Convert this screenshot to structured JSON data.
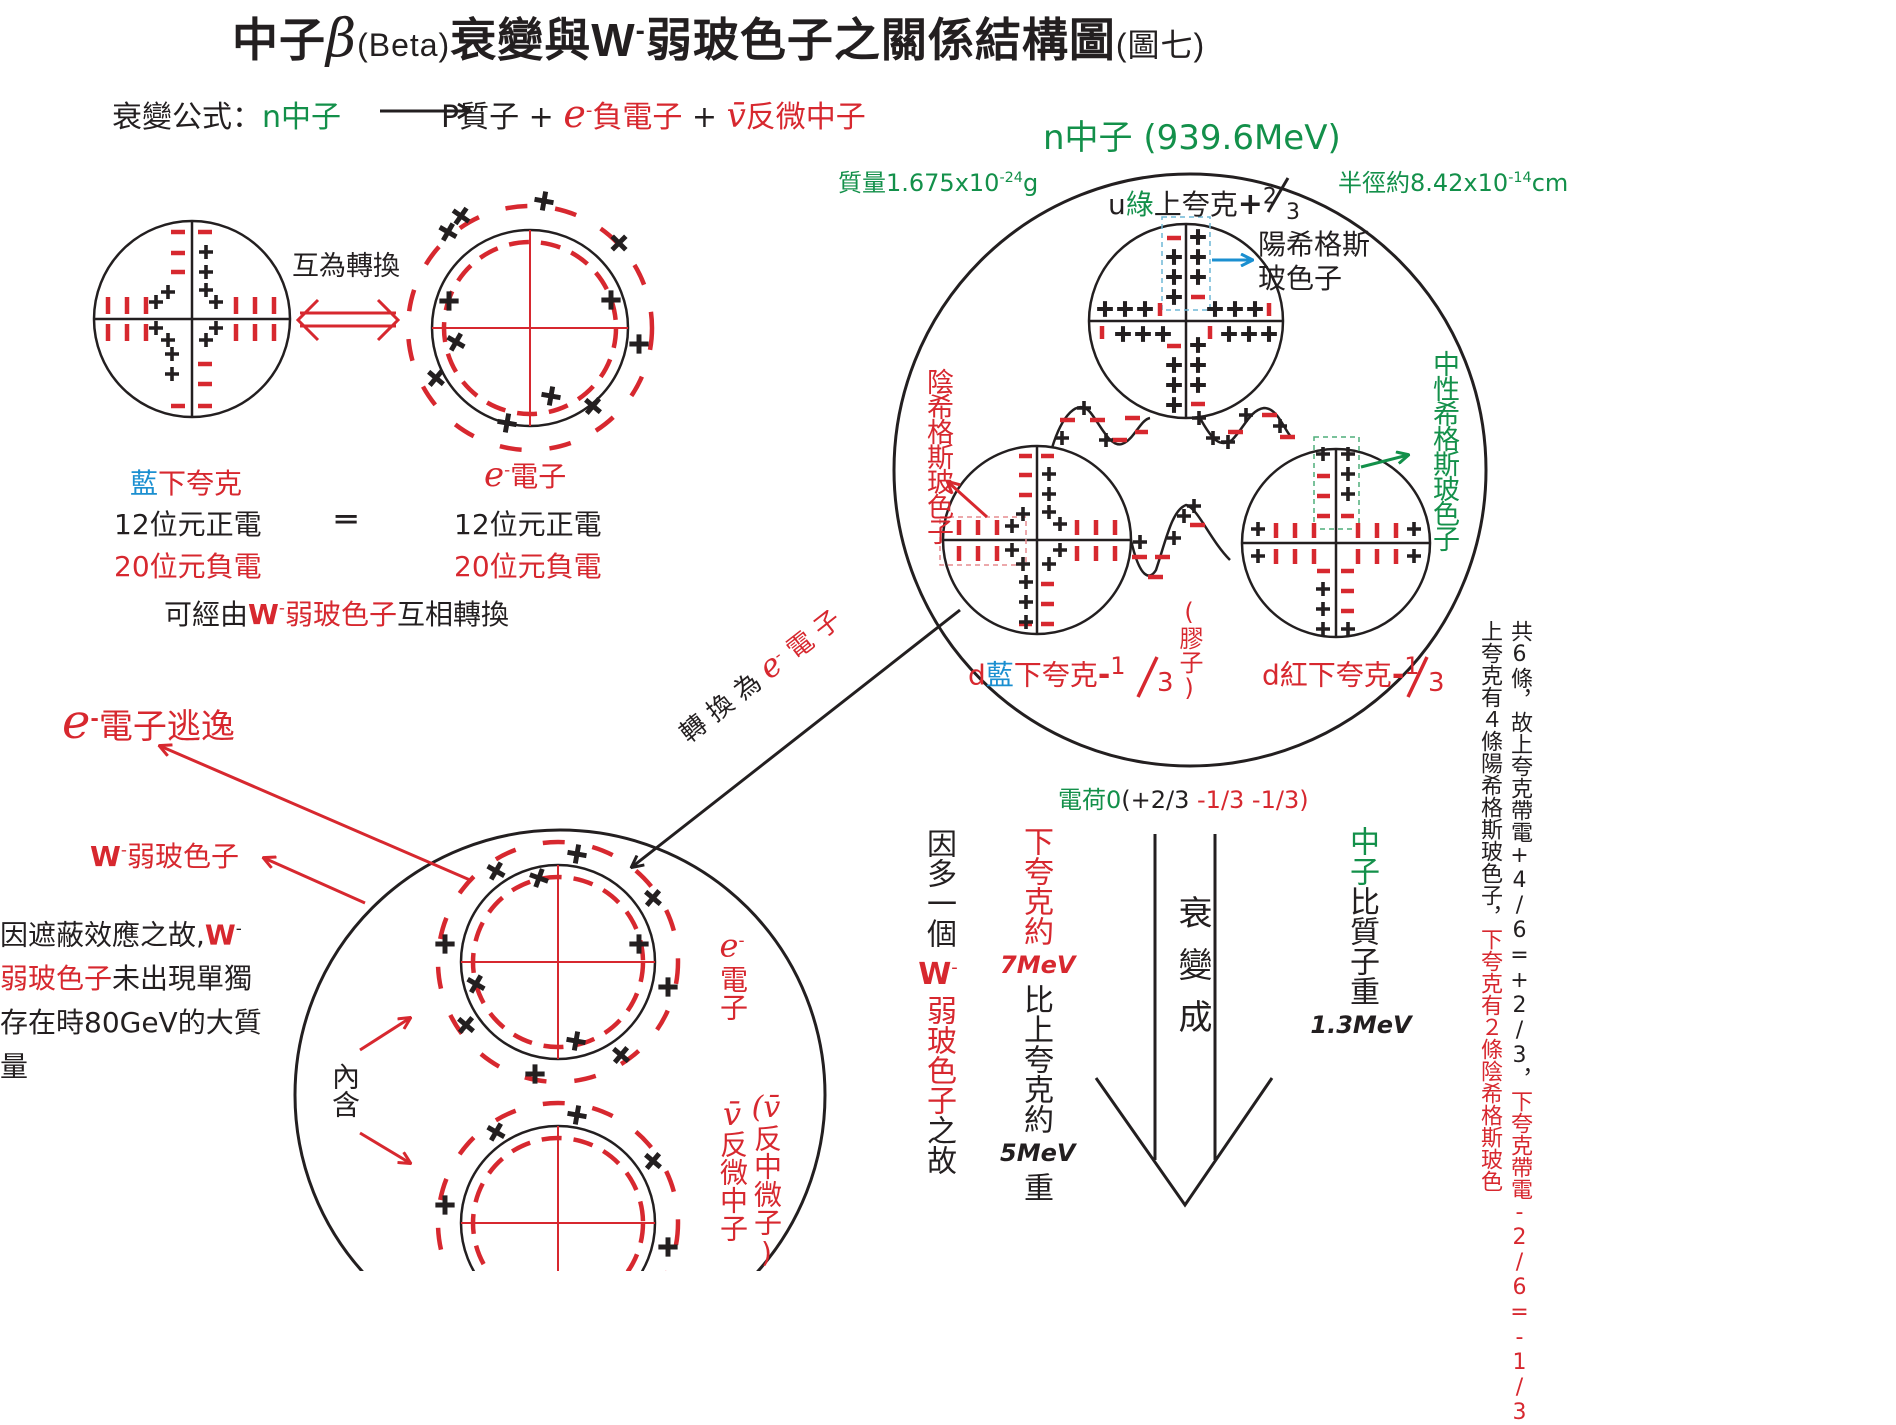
{
  "title": {
    "prefix": "中子",
    "beta": "β",
    "beta_word": "(Beta)",
    "middle": "衰變與W",
    "sup_minus": "-",
    "suffix": "弱玻色子之關係結構圖",
    "figure_no": "(圖七)"
  },
  "formula": {
    "label": "衰變公式：",
    "neutron": "n中子",
    "arrow": "⟶",
    "proton": "P質子",
    "plus": "+",
    "electron_symbol": "e",
    "electron_sup": "-",
    "electron_label": "負電子",
    "antineutrino_symbol": "v̄",
    "antineutrino_label": "反微中子"
  },
  "left_panel": {
    "convert_label": "互為轉換",
    "down_quark_blue": "藍",
    "down_quark_label": "下夸克",
    "electron_symbol": "e",
    "electron_sup": "-",
    "electron_label": "電子",
    "left_pos": "12位元正電",
    "left_neg": "20位元負電",
    "equals": "═",
    "right_pos": "12位元正電",
    "right_neg": "20位元負電",
    "via_prefix": "可經由",
    "via_w": "W",
    "via_sup": "-",
    "via_boson": "弱玻色子",
    "via_suffix": "互相轉換"
  },
  "neutron": {
    "header": "n中子 (939.6MeV)",
    "mass": "質量1.675x10",
    "mass_exp": "-24",
    "mass_unit": "g",
    "radius": "半徑約8.42x10",
    "radius_exp": "-14",
    "radius_unit": "cm",
    "up_quark": {
      "u": "u",
      "color": "綠",
      "label": "上夸克",
      "charge_sign": "+",
      "num": "2",
      "den": "3"
    },
    "positive_higgs": "陽希格斯玻色子",
    "positive_higgs_line1": "陽希格斯",
    "positive_higgs_line2": "玻色子",
    "negative_higgs": "陰希格斯玻色子",
    "neutral_higgs": "中性希格斯玻色子",
    "gluon": "(膠子)",
    "d_blue": {
      "d": "d",
      "color": "藍",
      "label": "下夸克",
      "charge_sign": "-",
      "num": "1",
      "den": "3"
    },
    "d_red": {
      "d": "d",
      "color": "紅",
      "label": "下夸克",
      "charge_sign": "-",
      "num": "1",
      "den": "3"
    },
    "charge_total_green": "電荷0",
    "charge_total_black": "(+2/3",
    "charge_total_red": " -1/3 -1/3)"
  },
  "conversion_line": {
    "prefix": "轉 換 為 ",
    "electron_symbol": "e",
    "electron_sup": "-",
    "suffix": " 電 子"
  },
  "escape": {
    "electron_symbol": "e",
    "electron_sup": "-",
    "electron_label": "電子逃逸",
    "w_label": "W",
    "w_sup": "-",
    "w_boson": "弱玻色子"
  },
  "shielding_note": {
    "line1_black": "因遮蔽效應之故,",
    "line1_w": "W",
    "line1_sup": "-",
    "line2_red": "弱玻色子",
    "line2_black": "未出現單獨",
    "line3": "存在時80GeV的大質",
    "line4": "量"
  },
  "w_boson_circle": {
    "contains": "內含",
    "electron_symbol": "e",
    "electron_sup": "-",
    "electron_label": "電子",
    "antineutrino_symbol1": "v̄",
    "antineutrino_label1": "反微中子",
    "antineutrino_symbol2": "(v̄",
    "antineutrino_label2": "反中微子)"
  },
  "decay": {
    "reason_black1": "因多一個",
    "reason_w": "W",
    "reason_sup": "-",
    "reason_red": "弱玻色子",
    "reason_black2": "之故",
    "down_red": "下夸克約",
    "down_mev": "7MeV",
    "down_black": "比上夸克約",
    "up_mev": "5MeV",
    "down_heavy": "重",
    "arrow_label": "衰變成",
    "neutron_green": "中子",
    "neutron_black": "比質子重",
    "neutron_mev": "1.3MeV"
  },
  "side_note": {
    "col1_black": "共6條，故上夸克帶電+4/6=+2/3，",
    "col1_red": "下夸克帶電-2/6=-1/3",
    "col2_black": "上夸克有４條陽希格斯玻色子，",
    "col2_red": "下夸克有２條陰希格斯玻色"
  },
  "colors": {
    "red": "#d7282f",
    "green": "#13904a",
    "blue": "#1b8fd0",
    "black": "#231f20",
    "dashed_box_blue": "#6fb7d6",
    "dashed_box_green": "#4fae7a",
    "dashed_box_red": "#e58b8f"
  }
}
